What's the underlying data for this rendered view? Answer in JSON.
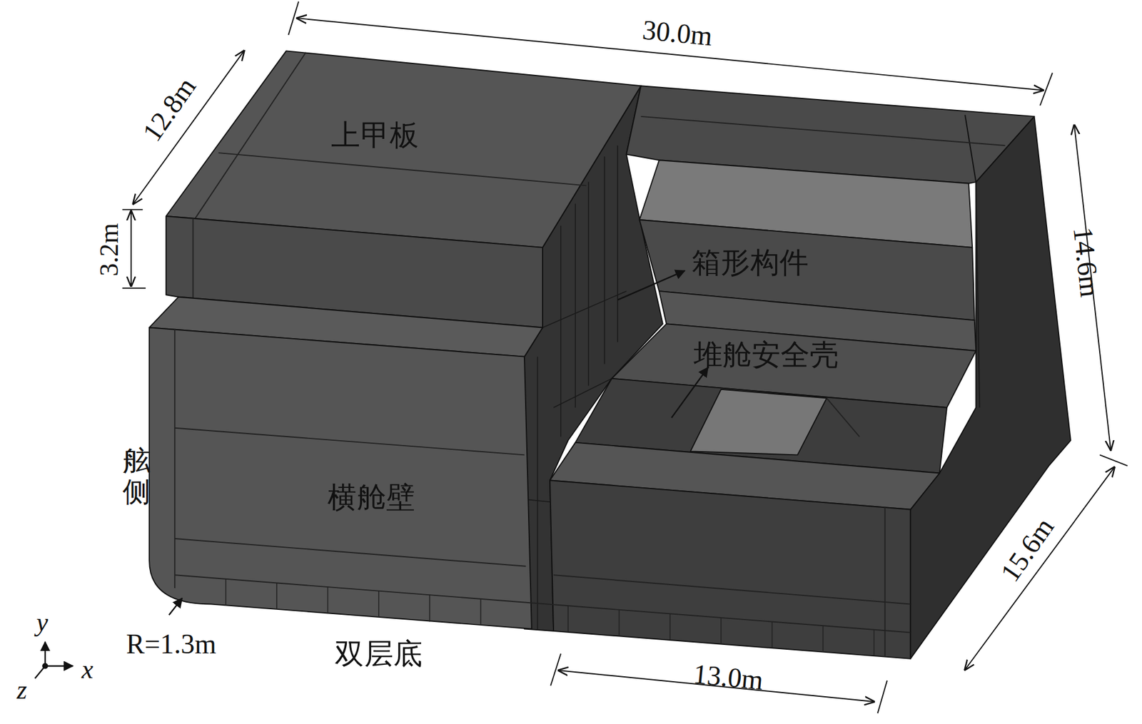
{
  "diagram": {
    "labels": [
      "30.0m",
      "12.8m",
      "上甲板",
      "3.2m",
      "箱形构件",
      "14.6m",
      "堆舱安全壳",
      "舷侧",
      "横舱壁",
      "15.6m",
      "R=1.3m",
      "双层底",
      "13.0m",
      "y",
      "x",
      "z"
    ]
  }
}
